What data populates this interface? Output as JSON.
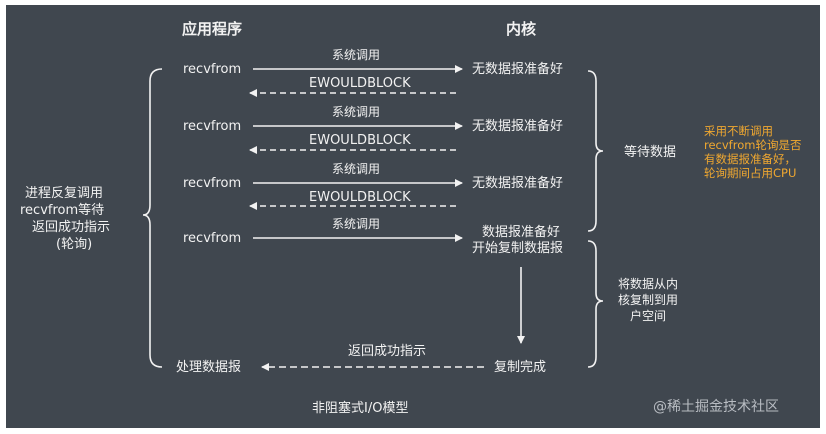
{
  "headers": {
    "app": "应用程序",
    "kernel": "内核"
  },
  "rows": [
    {
      "call": "recvfrom",
      "arrow": "系统调用",
      "kernel": "无数据报准备好",
      "back": "EWOULDBLOCK"
    },
    {
      "call": "recvfrom",
      "arrow": "系统调用",
      "kernel": "无数据报准备好",
      "back": "EWOULDBLOCK"
    },
    {
      "call": "recvfrom",
      "arrow": "系统调用",
      "kernel": "无数据报准备好",
      "back": "EWOULDBLOCK"
    },
    {
      "call": "recvfrom",
      "arrow": "系统调用",
      "kernel_line1": "数据报准备好",
      "kernel_line2": "开始复制数据报"
    }
  ],
  "final": {
    "left": "处理数据报",
    "arrow": "返回成功指示",
    "right": "复制完成"
  },
  "left_note": [
    "进程反复调用",
    "recvfrom等待",
    "返回成功指示",
    "(轮询)"
  ],
  "wait_label": "等待数据",
  "copy_note": [
    "将数据从内",
    "核复制到用",
    "户空间"
  ],
  "orange_note": [
    "采用不断调用",
    "recvfrom轮询是否",
    "有数据报准备好，",
    "轮询期间占用CPU"
  ],
  "caption": "非阻塞式I/O模型",
  "watermark": "@稀土掘金技术社区",
  "colors": {
    "background": "#40474f",
    "text": "#f2f2f2",
    "accent": "#f0a830"
  }
}
